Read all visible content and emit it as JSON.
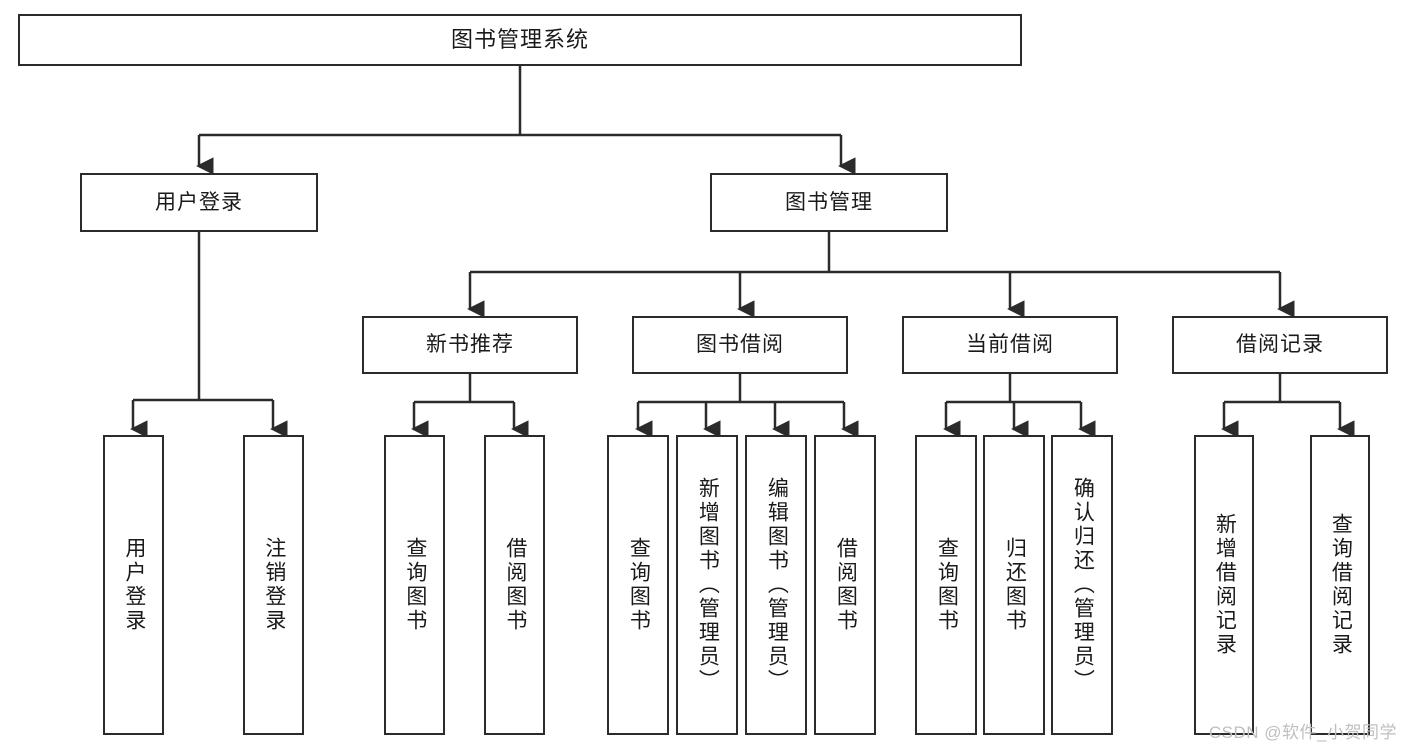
{
  "diagram": {
    "type": "tree-hierarchy",
    "root": {
      "label": "图书管理系统"
    },
    "level2": [
      {
        "label": "用户登录"
      },
      {
        "label": "图书管理"
      }
    ],
    "level3": [
      {
        "label": "新书推荐"
      },
      {
        "label": "图书借阅"
      },
      {
        "label": "当前借阅"
      },
      {
        "label": "借阅记录"
      }
    ],
    "leaves": {
      "user_login": [
        {
          "label": "用户登录"
        },
        {
          "label": "注销登录"
        }
      ],
      "new_book": [
        {
          "label": "查询图书"
        },
        {
          "label": "借阅图书"
        }
      ],
      "borrow_book": [
        {
          "label": "查询图书"
        },
        {
          "label": "新增图书（管理员）"
        },
        {
          "label": "编辑图书（管理员）"
        },
        {
          "label": "借阅图书"
        }
      ],
      "current_borrow": [
        {
          "label": "查询图书"
        },
        {
          "label": "归还图书"
        },
        {
          "label": "确认归还（管理员）"
        }
      ],
      "borrow_record": [
        {
          "label": "新增借阅记录"
        },
        {
          "label": "查询借阅记录"
        }
      ]
    }
  },
  "watermark": {
    "text": "CSDN @软件_小贺同学"
  },
  "colors": {
    "border": "#2b2b2b",
    "background": "#ffffff",
    "text": "#1a1a1a",
    "watermark": "#bfbfbf"
  }
}
